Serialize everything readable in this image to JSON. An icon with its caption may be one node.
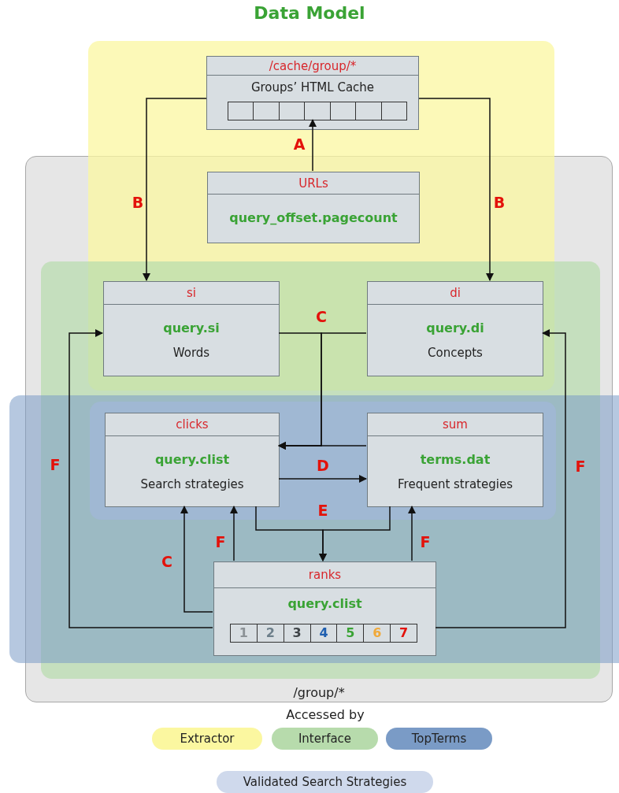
{
  "diagram": {
    "title": "Data Model",
    "nodes": [
      {
        "text": [
          "/group/*"
        ]
      },
      {
        "text": [
          "/cache/group/*",
          "Groups’ HTML Cache"
        ]
      },
      {
        "text": [
          "URLs",
          "query_offset.pagecount"
        ],
        "in": 0
      },
      {
        "text": [
          "si",
          "query.si",
          "Words"
        ],
        "in": 0
      },
      {
        "text": [
          "di",
          "query.di",
          "Concepts"
        ],
        "in": 0
      },
      {
        "text": [
          "clicks",
          "query.clist",
          "Search strategies"
        ],
        "in": 0
      },
      {
        "text": [
          "sum",
          "terms.dat",
          "Frequent strategies"
        ],
        "in": 0
      },
      {
        "text": [
          "ranks",
          "query.clist",
          "1",
          "2",
          "3",
          "4",
          "5",
          "6",
          "7"
        ],
        "in": 0
      },
      {
        "text": [],
        "shape": "bar",
        "in": 1
      }
    ],
    "edges": [
      {
        "from": 2,
        "to": 8,
        "arrow": "to",
        "label": "A"
      },
      {
        "from": 1,
        "to": 3,
        "arrow": "to",
        "label": "B"
      },
      {
        "from": 1,
        "to": 4,
        "arrow": "to",
        "label": "B"
      },
      {
        "from": 3,
        "to": 5,
        "arrow": "to",
        "label": "C"
      },
      {
        "from": 4,
        "to": 5,
        "arrow": "to"
      },
      {
        "from": 6,
        "to": 5,
        "arrow": "to"
      },
      {
        "from": 5,
        "to": 6,
        "arrow": "to",
        "label": "D"
      },
      {
        "from": 5,
        "to": 7,
        "arrow": "to",
        "label": "E"
      },
      {
        "from": 6,
        "to": 7,
        "arrow": "to"
      },
      {
        "from": 7,
        "to": 5,
        "arrow": "to",
        "label": "F"
      },
      {
        "from": 7,
        "to": 6,
        "arrow": "to",
        "label": "F"
      },
      {
        "from": 7,
        "to": 3,
        "arrow": "to",
        "label": "F"
      },
      {
        "from": 7,
        "to": 4,
        "arrow": "to",
        "label": "F"
      },
      {
        "from": 7,
        "to": 5,
        "arrow": "to",
        "label": "C"
      }
    ],
    "labels": [
      "Accessed by"
    ],
    "legend": [
      {
        "text": "Extractor",
        "color": "#fbf7a0"
      },
      {
        "text": "Interface",
        "color": "#b7dbac"
      },
      {
        "text": "TopTerms",
        "color": "#7a9bc6"
      },
      {
        "text": "Validated Search Strategies",
        "color": "#cfd9ec"
      }
    ]
  }
}
